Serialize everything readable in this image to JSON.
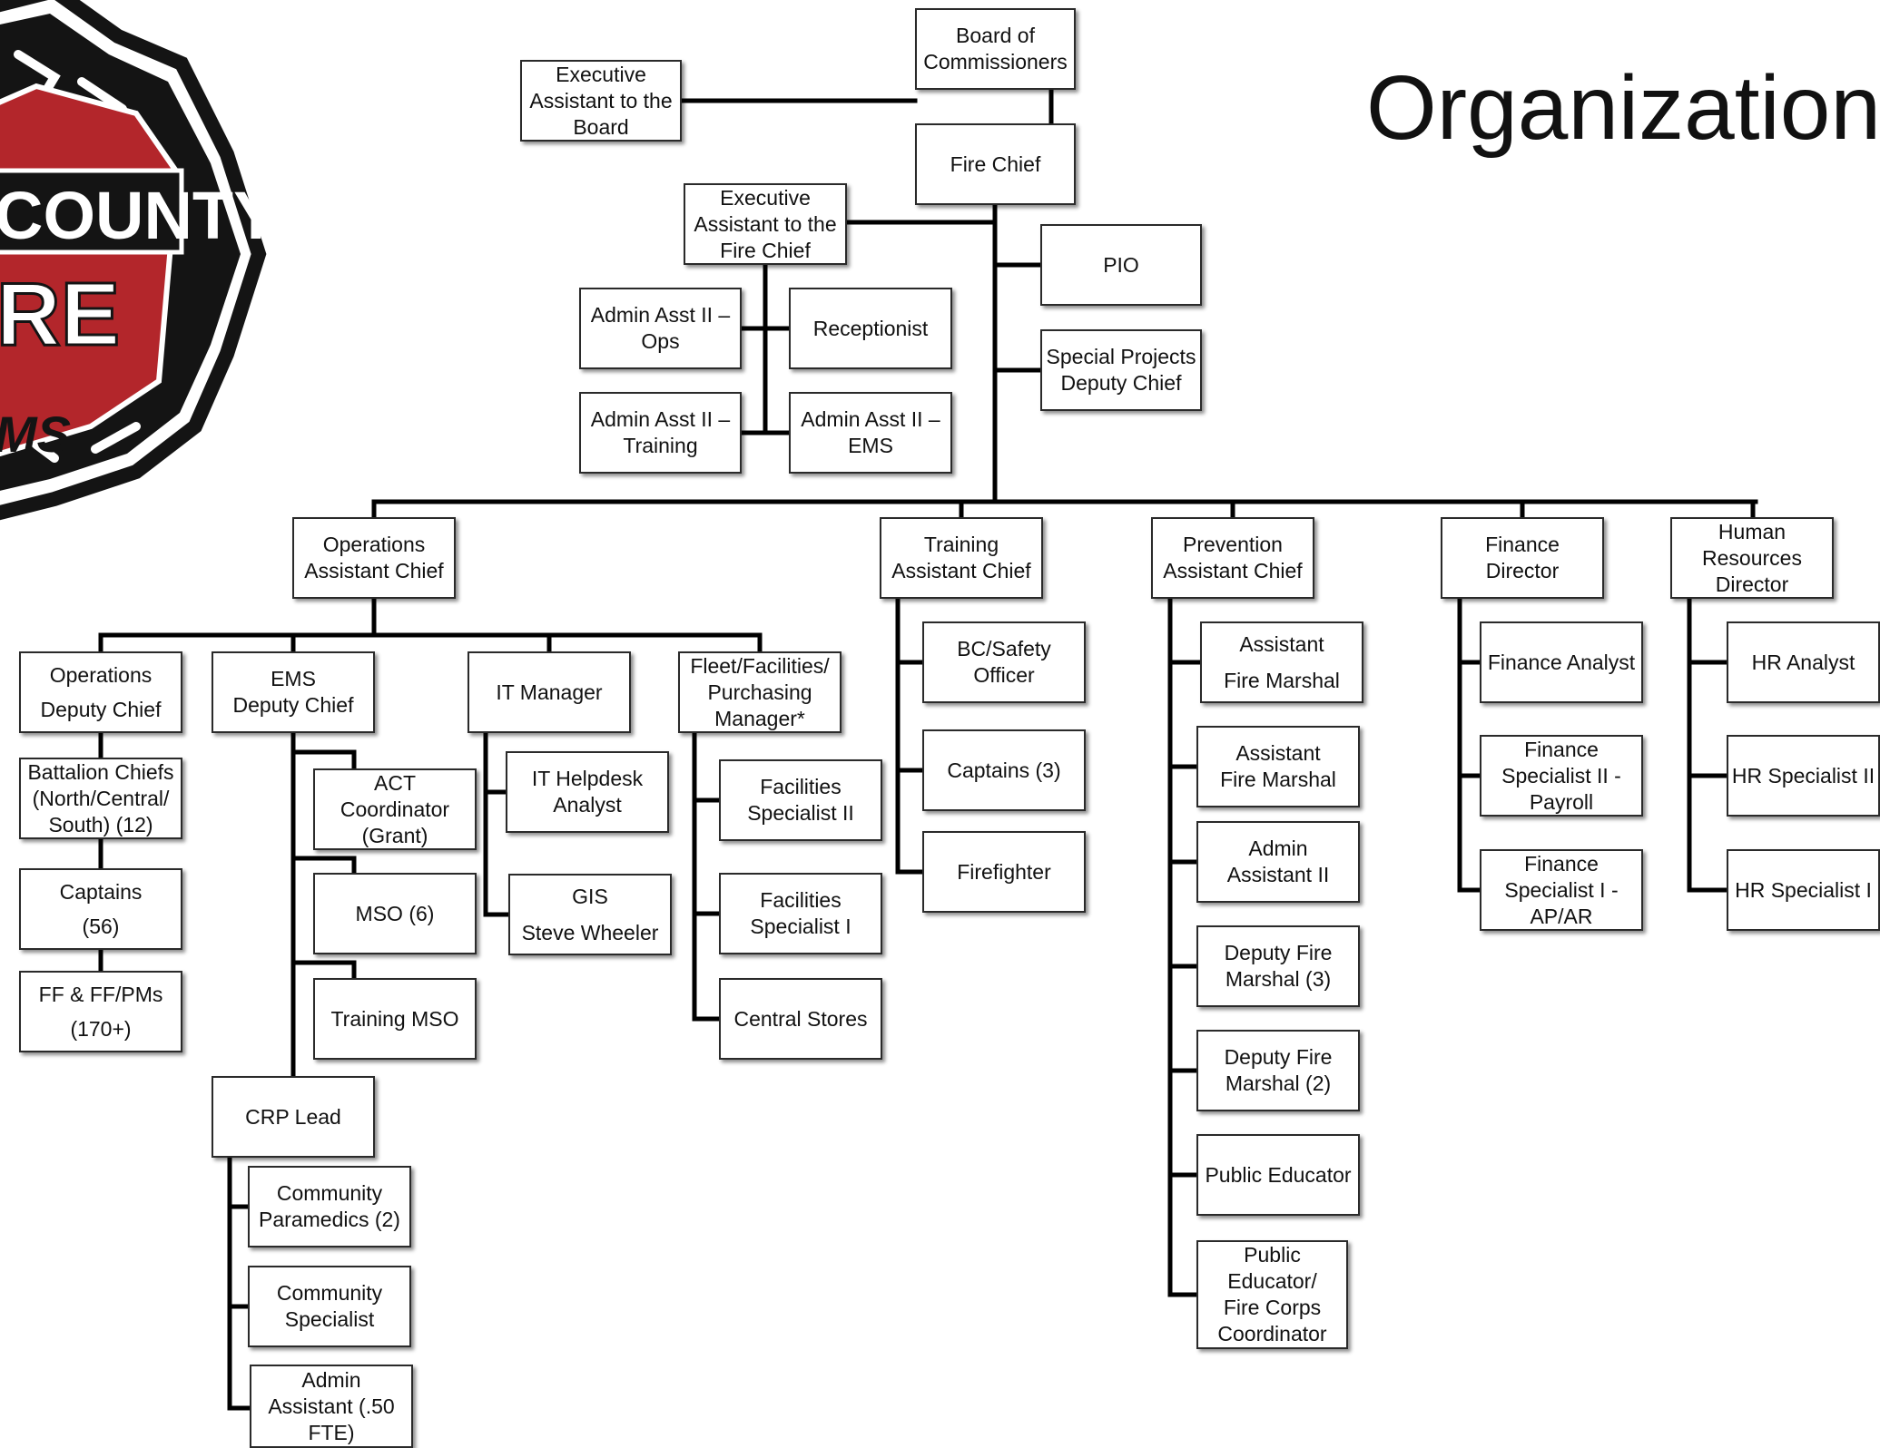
{
  "page": {
    "title": "Organizationa",
    "logo_text": {
      "county": "COUNTY",
      "fire": "RE",
      "ems": "MS"
    },
    "colors": {
      "line": "#000000",
      "logo_red": "#b3262b",
      "logo_black": "#141414"
    }
  },
  "boxes": {
    "board": "Board of\nCommissioners",
    "exec_board": "Executive\nAssistant to the\nBoard",
    "fire_chief": "Fire Chief",
    "exec_fc": "Executive\nAssistant to the\nFire Chief",
    "pio": "PIO",
    "spdc": "Special Projects\nDeputy Chief",
    "aa_ops": "Admin Asst II –\nOps",
    "receptionist": "Receptionist",
    "aa_training": "Admin Asst II –\nTraining",
    "aa_ems": "Admin Asst II –\nEMS",
    "ops_ac": "Operations\nAssistant Chief",
    "train_ac": "Training\nAssistant Chief",
    "prev_ac": "Prevention\nAssistant Chief",
    "fin_dir": "Finance\nDirector",
    "hr_dir": "Human\nResources\nDirector",
    "ops_dc": "Operations\nDeputy Chief",
    "ems_dc": "EMS\nDeputy Chief",
    "it_mgr": "IT Manager",
    "fleet": "Fleet/Facilities/\nPurchasing\nManager*",
    "bat_chiefs": "Battalion Chiefs\n(North/Central/\nSouth) (12)",
    "ops_captains": "Captains\n(56)",
    "ff": "FF & FF/PMs\n(170+)",
    "act": "ACT\nCoordinator\n(Grant)",
    "mso": "MSO (6)",
    "training_mso": "Training MSO",
    "crp": "CRP Lead",
    "cp": "Community\nParamedics (2)",
    "cs": "Community\nSpecialist",
    "admin_asst": "Admin\nAssistant (.50\nFTE)",
    "it_help": "IT Helpdesk\nAnalyst",
    "gis": "GIS\nSteve Wheeler",
    "fac2": "Facilities\nSpecialist II",
    "fac1": "Facilities\nSpecialist I",
    "central": "Central Stores",
    "bc_safety": "BC/Safety\nOfficer",
    "train_captains": "Captains (3)",
    "firefighter": "Firefighter",
    "afm1": "Assistant\nFire Marshal",
    "afm2": "Assistant\nFire Marshal",
    "admin2": "Admin\nAssistant II",
    "dfm3": "Deputy Fire\nMarshal (3)",
    "dfm2": "Deputy Fire\nMarshal (2)",
    "pub_ed": "Public Educator",
    "pub_ed_fc": "Public\nEducator/\nFire Corps\nCoordinator",
    "fin_analyst": "Finance Analyst",
    "fin_payroll": "Finance\nSpecialist II -\nPayroll",
    "fin_apar": "Finance\nSpecialist I -\nAP/AR",
    "hr_analyst": "HR Analyst",
    "hr_spec2": "HR Specialist II",
    "hr_spec1": "HR Specialist I"
  }
}
